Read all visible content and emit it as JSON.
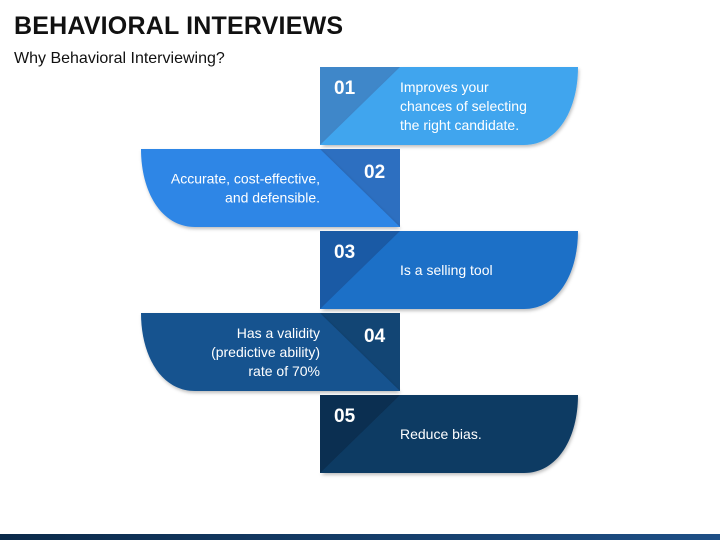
{
  "title": "BEHAVIORAL INTERVIEWS",
  "subtitle": "Why Behavioral Interviewing?",
  "steps": [
    {
      "number": "01",
      "lines": [
        "Improves your",
        "chances of selecting",
        "the right candidate."
      ],
      "side": "right",
      "color": "#41a5ee",
      "square_color": "#3f87c9"
    },
    {
      "number": "02",
      "lines": [
        "Accurate, cost-effective,",
        "and defensible."
      ],
      "side": "left",
      "color": "#2f86e6",
      "square_color": "#2d6fc0"
    },
    {
      "number": "03",
      "lines": [
        "Is a selling tool"
      ],
      "side": "right",
      "color": "#1c6fc7",
      "square_color": "#1a5aa5"
    },
    {
      "number": "04",
      "lines": [
        "Has a validity",
        "(predictive ability)",
        "rate of 70%"
      ],
      "side": "left",
      "color": "#14528f",
      "square_color": "#124574"
    },
    {
      "number": "05",
      "lines": [
        "Reduce bias."
      ],
      "side": "right",
      "color": "#0e3a63",
      "square_color": "#0b2f51"
    }
  ]
}
